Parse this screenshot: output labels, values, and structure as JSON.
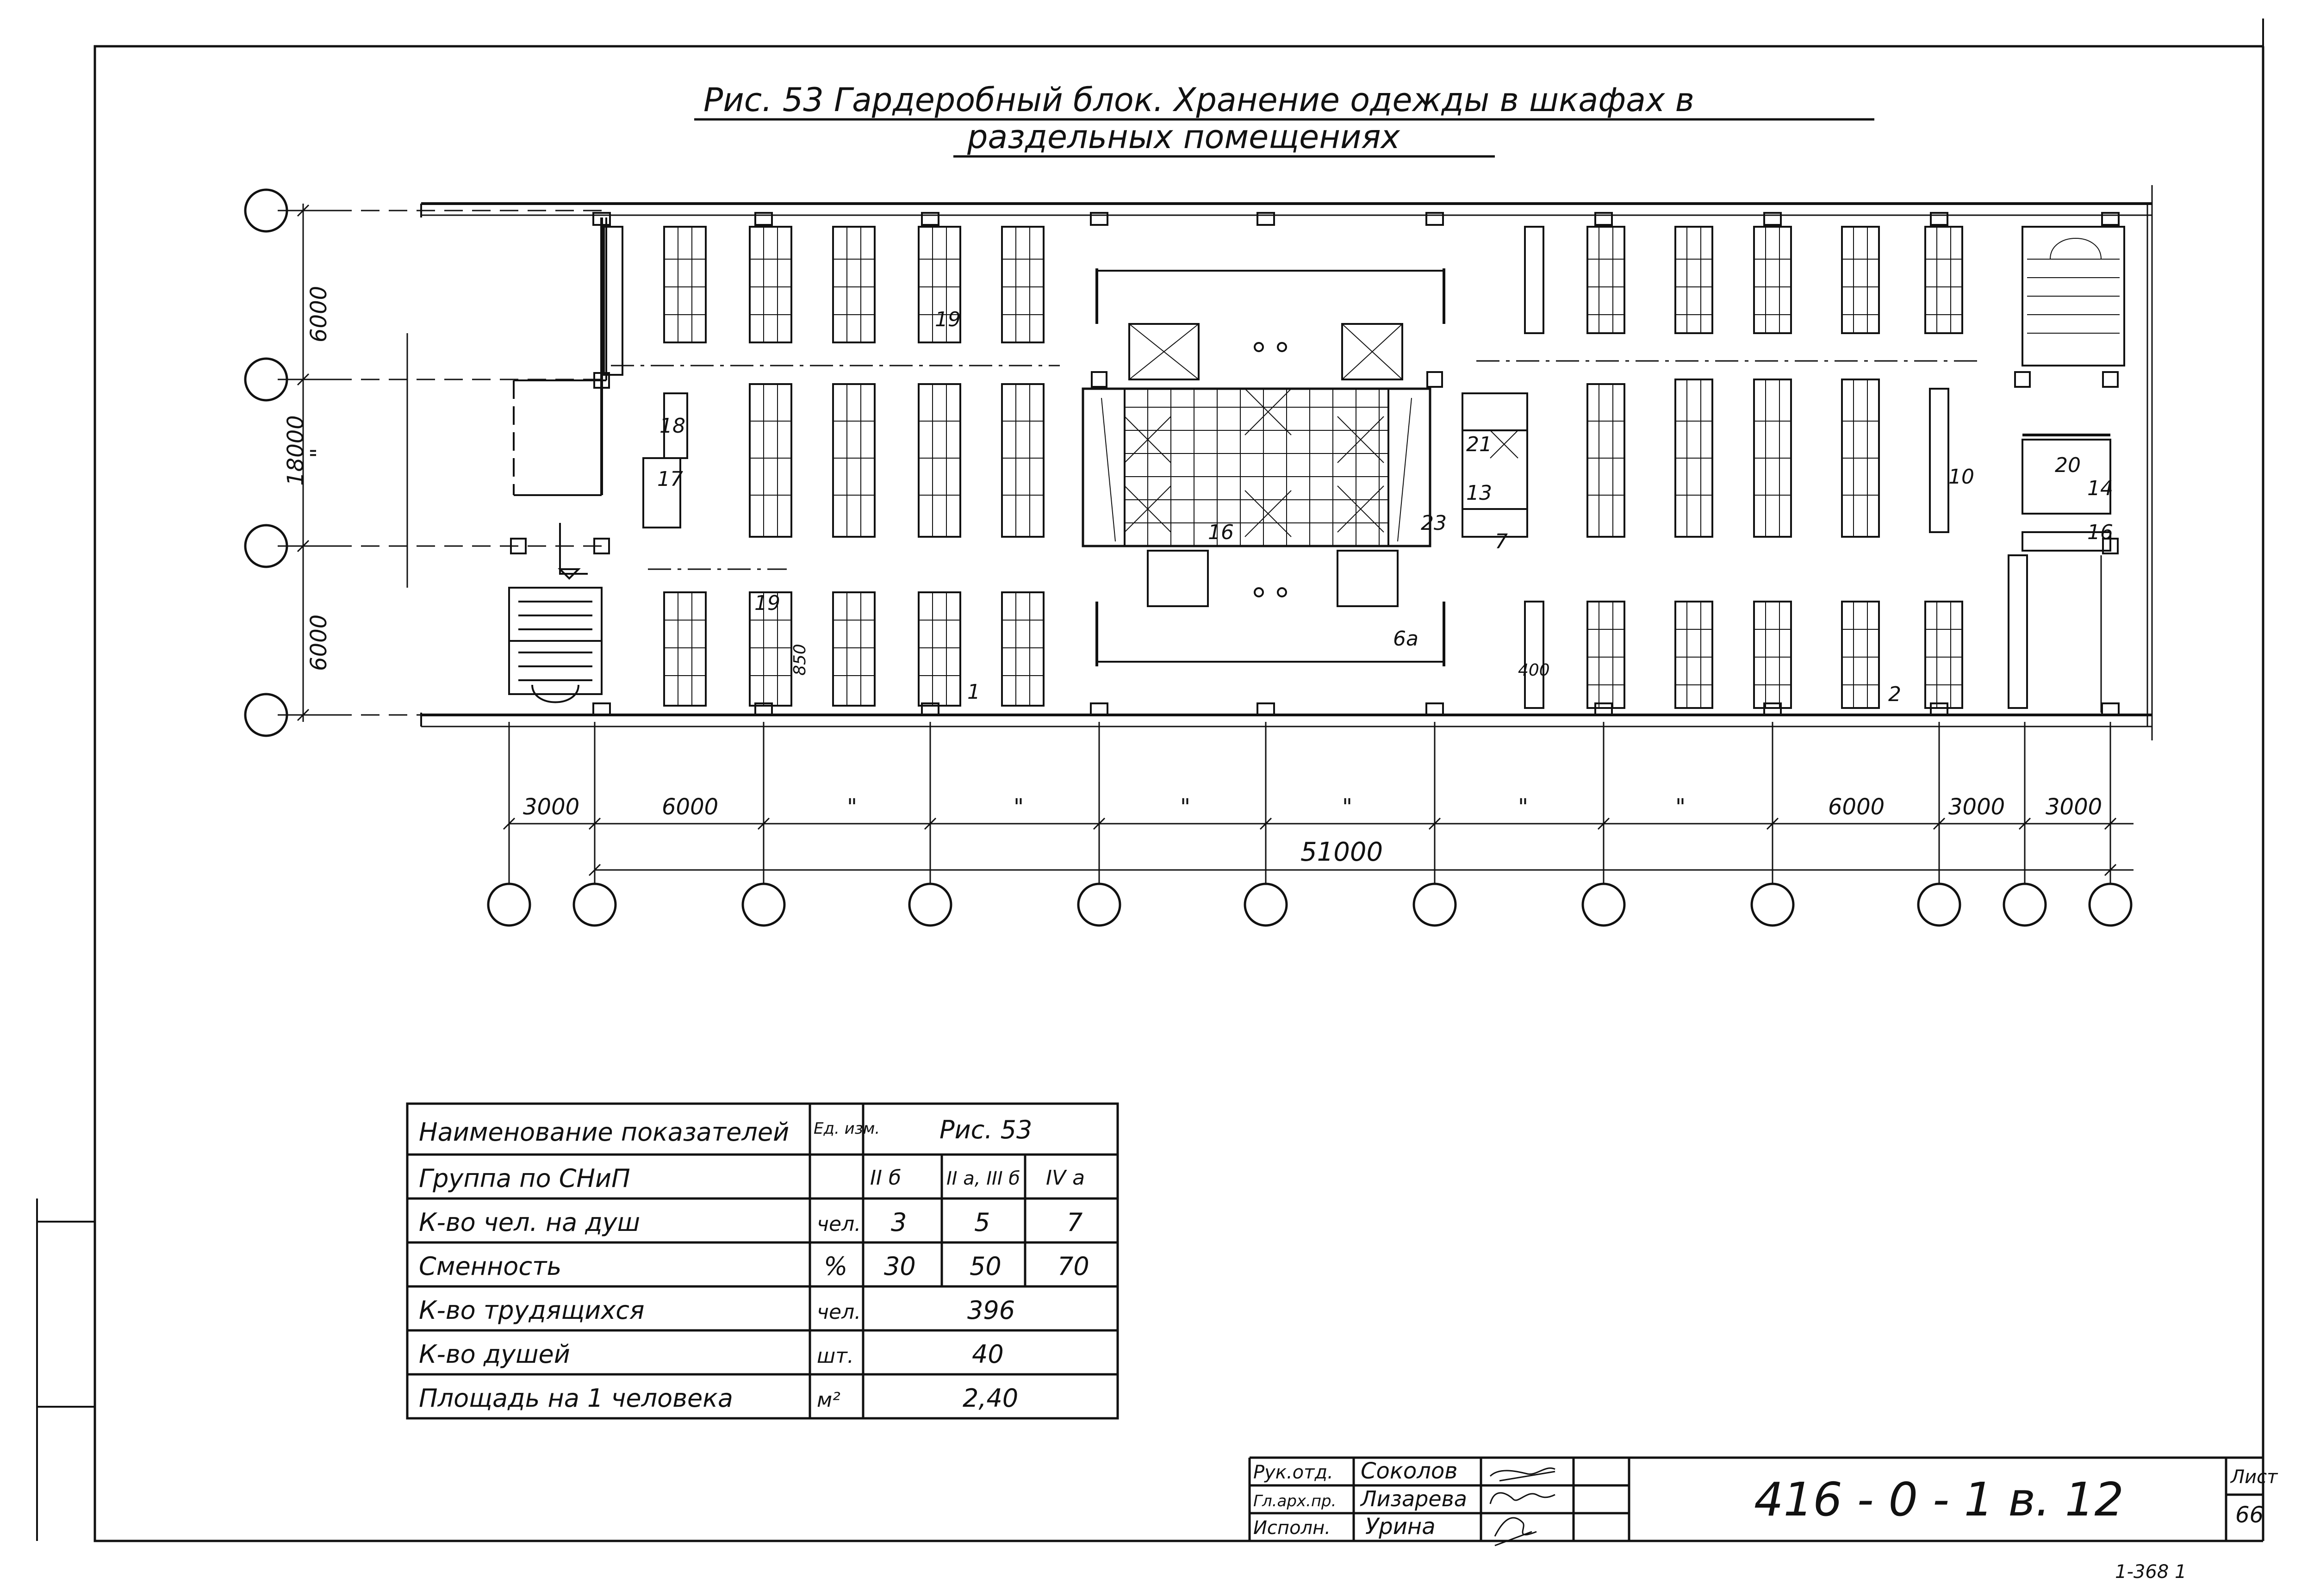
{
  "title": {
    "line1": "Рис. 53  Гардеробный  блок.  Хранение  одежды  в  шкафах  в",
    "line2": "раздельных  помещениях"
  },
  "dimensions": {
    "left": [
      "6000",
      "18000",
      "\"",
      "6000"
    ],
    "bottom": [
      "3000",
      "6000",
      "\"",
      "\"",
      "\"",
      "\"",
      "\"",
      "\"",
      "6000",
      "3000",
      "3000"
    ],
    "total": "51000",
    "small": [
      "850",
      "400"
    ]
  },
  "room_numbers": [
    "19",
    "18",
    "17",
    "19",
    "1",
    "21",
    "13",
    "7",
    "23",
    "16",
    "6а",
    "10",
    "20",
    "14",
    "16",
    "2"
  ],
  "table": {
    "header": {
      "name": "Наименование показателей",
      "unit": "Ед. изм.",
      "fig": "Рис. 53"
    },
    "rows": [
      {
        "name": "Группа по СНиП",
        "unit": "",
        "values": [
          "II б",
          "II а, III б",
          "IV а"
        ]
      },
      {
        "name": "К-во чел. на душ",
        "unit": "чел.",
        "values": [
          "3",
          "5",
          "7"
        ]
      },
      {
        "name": "Сменность",
        "unit": "%",
        "values": [
          "30",
          "50",
          "70"
        ]
      },
      {
        "name": "К-во трудящихся",
        "unit": "чел.",
        "values": [
          "396"
        ]
      },
      {
        "name": "К-во душей",
        "unit": "шт.",
        "values": [
          "40"
        ]
      },
      {
        "name": "Площадь на 1 человека",
        "unit": "м²",
        "values": [
          "2,40"
        ]
      }
    ]
  },
  "stamp": {
    "roles": [
      "Рук.отд.",
      "Гл.арх.пр.",
      "Исполн."
    ],
    "names": [
      "Соколов",
      "Лизарева",
      "Урина"
    ],
    "code": "416 - 0 - 1   в. 12",
    "sheet_label": "Лист",
    "sheet_number": "66"
  },
  "footer_note": "1-368  1"
}
